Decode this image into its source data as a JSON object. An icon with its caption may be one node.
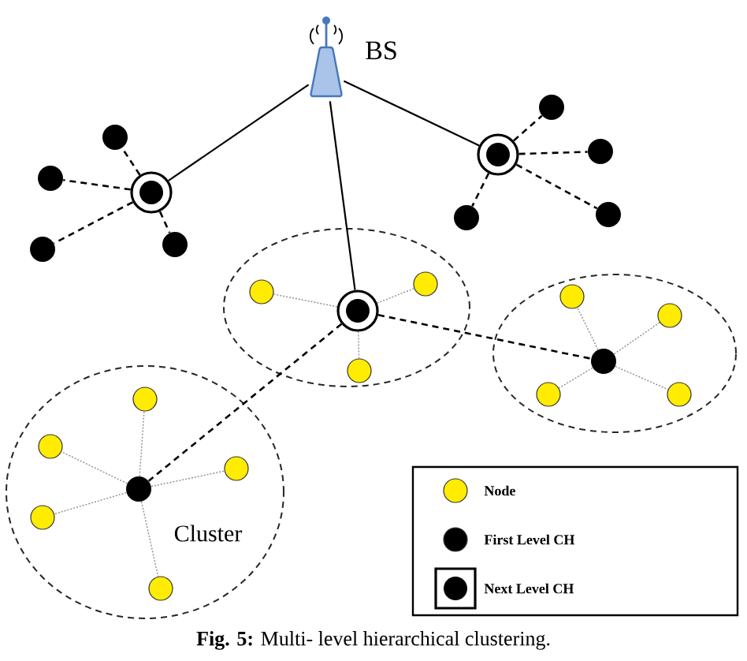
{
  "diagram": {
    "caption": "**Fig. 5:** Multi- level hierarchical clustering.",
    "nodes": [
      {
        "text": [
          "BS"
        ]
      },
      {
        "text": [],
        "shape": "circle"
      },
      {
        "text": [],
        "shape": "circle"
      },
      {
        "text": [],
        "shape": "ellipse"
      },
      {
        "text": [],
        "shape": "circle",
        "in": 3
      },
      {
        "text": [],
        "shape": "ellipse"
      },
      {
        "text": [],
        "shape": "circle",
        "in": 5
      },
      {
        "text": [
          "Cluster"
        ]
      },
      {
        "text": [],
        "shape": "circle",
        "in": 7
      },
      {
        "text": [],
        "shape": "circle"
      },
      {
        "text": [],
        "shape": "circle"
      },
      {
        "text": [],
        "shape": "circle"
      },
      {
        "text": [],
        "shape": "circle"
      },
      {
        "text": [],
        "shape": "circle"
      },
      {
        "text": [],
        "shape": "circle"
      },
      {
        "text": [],
        "shape": "circle"
      },
      {
        "text": [],
        "shape": "circle"
      },
      {
        "text": [],
        "shape": "circle",
        "in": 3
      },
      {
        "text": [],
        "shape": "circle",
        "in": 3
      },
      {
        "text": [],
        "shape": "circle",
        "in": 3
      },
      {
        "text": [],
        "shape": "circle",
        "in": 5
      },
      {
        "text": [],
        "shape": "circle",
        "in": 5
      },
      {
        "text": [],
        "shape": "circle",
        "in": 5
      },
      {
        "text": [],
        "shape": "circle",
        "in": 5
      },
      {
        "text": [],
        "shape": "circle",
        "in": 7
      },
      {
        "text": [],
        "shape": "circle",
        "in": 7
      },
      {
        "text": [],
        "shape": "circle",
        "in": 7
      },
      {
        "text": [],
        "shape": "circle",
        "in": 7
      },
      {
        "text": [],
        "shape": "circle",
        "in": 7
      }
    ],
    "edges": [
      {
        "from": 0,
        "to": 1,
        "arrow": "none",
        "color": "#000000"
      },
      {
        "from": 0,
        "to": 2,
        "arrow": "none",
        "color": "#000000"
      },
      {
        "from": 0,
        "to": 4,
        "arrow": "none",
        "color": "#000000"
      },
      {
        "from": 1,
        "to": 9,
        "arrow": "none",
        "style": "dashed",
        "color": "#000000"
      },
      {
        "from": 1,
        "to": 10,
        "arrow": "none",
        "style": "dashed",
        "color": "#000000"
      },
      {
        "from": 1,
        "to": 11,
        "arrow": "none",
        "style": "dashed",
        "color": "#000000"
      },
      {
        "from": 1,
        "to": 12,
        "arrow": "none",
        "style": "dashed",
        "color": "#000000"
      },
      {
        "from": 2,
        "to": 13,
        "arrow": "none",
        "style": "dashed",
        "color": "#000000"
      },
      {
        "from": 2,
        "to": 14,
        "arrow": "none",
        "style": "dashed",
        "color": "#000000"
      },
      {
        "from": 2,
        "to": 15,
        "arrow": "none",
        "style": "dashed",
        "color": "#000000"
      },
      {
        "from": 2,
        "to": 16,
        "arrow": "none",
        "style": "dashed",
        "color": "#000000"
      },
      {
        "from": 4,
        "to": 6,
        "arrow": "none",
        "style": "dashed",
        "color": "#000000"
      },
      {
        "from": 4,
        "to": 8,
        "arrow": "none",
        "style": "dashed",
        "color": "#000000"
      },
      {
        "from": 4,
        "to": 17,
        "arrow": "none",
        "style": "dashed",
        "color": "#8c8c8c"
      },
      {
        "from": 4,
        "to": 18,
        "arrow": "none",
        "style": "dashed",
        "color": "#8c8c8c"
      },
      {
        "from": 4,
        "to": 19,
        "arrow": "none",
        "style": "dashed",
        "color": "#8c8c8c"
      },
      {
        "from": 6,
        "to": 20,
        "arrow": "none",
        "style": "dashed",
        "color": "#8c8c8c"
      },
      {
        "from": 6,
        "to": 21,
        "arrow": "none",
        "style": "dashed",
        "color": "#8c8c8c"
      },
      {
        "from": 6,
        "to": 22,
        "arrow": "none",
        "style": "dashed",
        "color": "#8c8c8c"
      },
      {
        "from": 6,
        "to": 23,
        "arrow": "none",
        "style": "dashed",
        "color": "#8c8c8c"
      },
      {
        "from": 8,
        "to": 24,
        "arrow": "none",
        "style": "dashed",
        "color": "#8c8c8c"
      },
      {
        "from": 8,
        "to": 25,
        "arrow": "none",
        "style": "dashed",
        "color": "#8c8c8c"
      },
      {
        "from": 8,
        "to": 26,
        "arrow": "none",
        "style": "dashed",
        "color": "#8c8c8c"
      },
      {
        "from": 8,
        "to": 27,
        "arrow": "none",
        "style": "dashed",
        "color": "#8c8c8c"
      },
      {
        "from": 8,
        "to": 28,
        "arrow": "none",
        "style": "dashed",
        "color": "#8c8c8c"
      }
    ],
    "legend": [
      {
        "text": "Node",
        "color": "#ffec00"
      },
      {
        "text": "First Level CH",
        "color": "#000000"
      },
      {
        "text": "Next Level CH"
      }
    ]
  }
}
